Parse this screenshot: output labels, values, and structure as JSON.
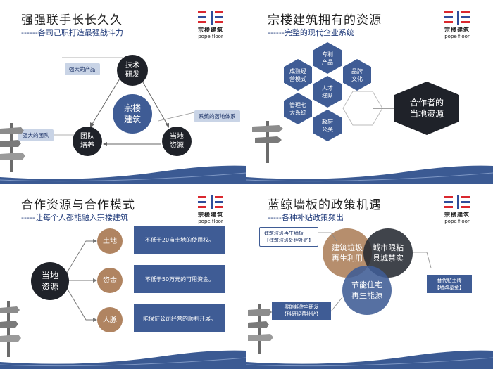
{
  "logo": {
    "cn": "宗楼建筑",
    "en": "pope floor"
  },
  "slide1": {
    "title": "强强联手长长久久",
    "subtitle": "------各司己职打造最强战斗力",
    "center": "宗楼\n建筑",
    "nodes": {
      "tech": "技术\n研发",
      "land": "当地\n资源",
      "team": "团队\n培养"
    },
    "tags": {
      "product": "强大的产品",
      "system": "系统的落地体系",
      "team": "强大的团队"
    }
  },
  "slide2": {
    "title": "宗楼建筑拥有的资源",
    "subtitle": "------完整的现代企业系统",
    "hexes": [
      "专利\n产品",
      "成熟经\n营模式",
      "品牌\n文化",
      "人才\n梯队",
      "管理七\n大系统",
      "政府\n公关"
    ],
    "partner": "合作者的\n当地资源"
  },
  "slide3": {
    "title": "合作资源与合作模式",
    "subtitle": "-----让每个人都能融入宗楼建筑",
    "center": "当地\n资源",
    "items": [
      {
        "label": "土地",
        "desc": "不低于20亩土地的使用权。"
      },
      {
        "label": "资金",
        "desc": "不低于50万元的可用资金。"
      },
      {
        "label": "人脉",
        "desc": "能保证公司经营的顺利开展。"
      }
    ]
  },
  "slide4": {
    "title": "蓝鲸墙板的政策机遇",
    "subtitle": "-----各种补贴政策频出",
    "circles": {
      "c1": "建筑垃圾\n再生利用",
      "c2": "城市限粘\n县城禁实",
      "c3": "节能住宅\n再生能源"
    },
    "tags": {
      "t1": "建筑垃圾再生墙板\n【建筑垃圾处理补贴】",
      "t2": "替代粘土砖\n【墙改基金】",
      "t3": "零能耗住宅研发\n【科研经费补贴】"
    }
  },
  "colors": {
    "brand_red": "#d9282f",
    "brand_blue": "#2f4d9a",
    "navy": "#3f5c95",
    "dark": "#1f2229",
    "brown": "#b08461"
  }
}
